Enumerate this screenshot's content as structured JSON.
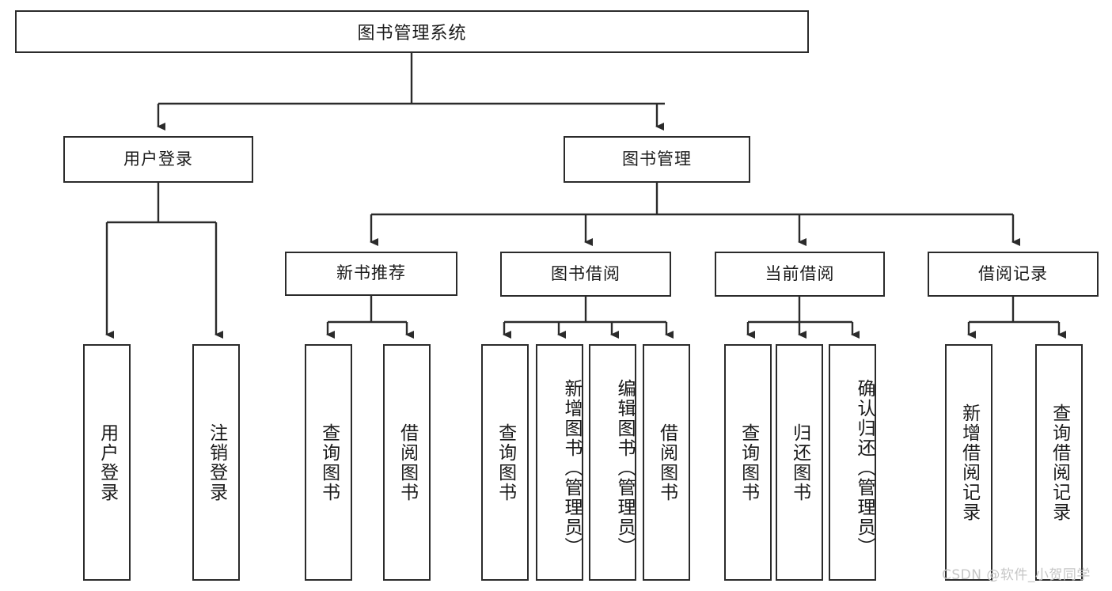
{
  "diagram": {
    "type": "tree-flowchart",
    "title": "图书管理系统",
    "watermark": "CSDN @软件_小贺同学",
    "colors": {
      "box_border": "#2b2b2b",
      "box_fill": "#ffffff",
      "connector": "#2b2b2b",
      "text": "#1a1a1a",
      "watermark": "#c6c6c6",
      "background": "#ffffff"
    },
    "root": {
      "label": "图书管理系统"
    },
    "level1": [
      {
        "label": "用户登录"
      },
      {
        "label": "图书管理"
      }
    ],
    "level2": [
      {
        "label": "新书推荐",
        "parent": "图书管理"
      },
      {
        "label": "图书借阅",
        "parent": "图书管理"
      },
      {
        "label": "当前借阅",
        "parent": "图书管理"
      },
      {
        "label": "借阅记录",
        "parent": "图书管理"
      }
    ],
    "leaves": [
      {
        "label": "用户登录",
        "parent": "用户登录"
      },
      {
        "label": "注销登录",
        "parent": "用户登录"
      },
      {
        "label": "查询图书",
        "parent": "新书推荐"
      },
      {
        "label": "借阅图书",
        "parent": "新书推荐"
      },
      {
        "label": "查询图书",
        "parent": "图书借阅"
      },
      {
        "label": "新增图书（管理员）",
        "parent": "图书借阅"
      },
      {
        "label": "编辑图书（管理员）",
        "parent": "图书借阅"
      },
      {
        "label": "借阅图书",
        "parent": "图书借阅"
      },
      {
        "label": "查询图书",
        "parent": "当前借阅"
      },
      {
        "label": "归还图书",
        "parent": "当前借阅"
      },
      {
        "label": "确认归还（管理员）",
        "parent": "当前借阅"
      },
      {
        "label": "新增借阅记录",
        "parent": "借阅记录"
      },
      {
        "label": "查询借阅记录",
        "parent": "借阅记录"
      }
    ]
  }
}
